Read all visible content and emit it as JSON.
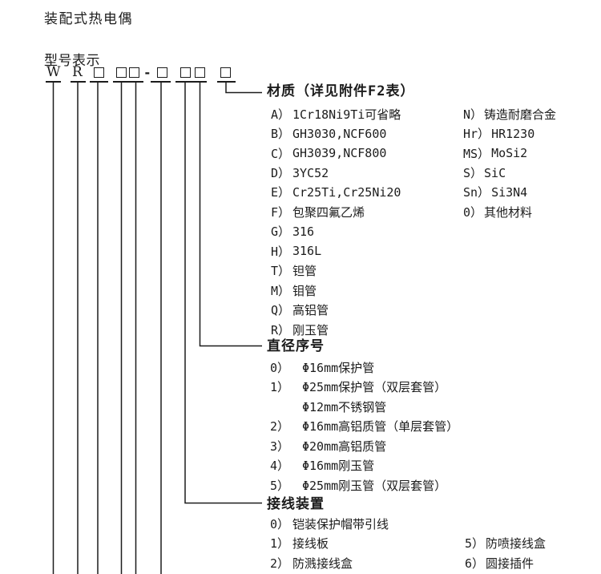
{
  "page": {
    "title": "装配式热电偶",
    "subtitle": "型号表示"
  },
  "colors": {
    "text": "#1c1c1c",
    "line": "#1c1c1c",
    "background": "#ffffff"
  },
  "model_code": {
    "letters": [
      "W",
      "R"
    ],
    "separator": "-",
    "box_symbol": "□",
    "box_count": 7
  },
  "sections": {
    "material": {
      "title": "材质（详见附件F2表）",
      "left_items": [
        {
          "code": "A）",
          "text": "1Cr18Ni9Ti可省略"
        },
        {
          "code": "B）",
          "text": "GH3030,NCF600"
        },
        {
          "code": "C）",
          "text": "GH3039,NCF800"
        },
        {
          "code": "D）",
          "text": "3YC52"
        },
        {
          "code": "E）",
          "text": "Cr25Ti,Cr25Ni20"
        },
        {
          "code": "F）",
          "text": "包聚四氟乙烯"
        },
        {
          "code": "G）",
          "text": "316"
        },
        {
          "code": "H）",
          "text": "316L"
        },
        {
          "code": "T）",
          "text": "钽管"
        },
        {
          "code": "M）",
          "text": "钼管"
        },
        {
          "code": "Q）",
          "text": "高铝管"
        },
        {
          "code": "R）",
          "text": "刚玉管"
        }
      ],
      "right_items": [
        {
          "code": "N）",
          "text": "铸造耐磨合金"
        },
        {
          "code": "Hr）",
          "text": "HR1230"
        },
        {
          "code": "MS）",
          "text": "MoSi2"
        },
        {
          "code": "S）",
          "text": "SiC"
        },
        {
          "code": "Sn）",
          "text": "Si3N4"
        },
        {
          "code": "0）",
          "text": "其他材料"
        }
      ]
    },
    "diameter": {
      "title": "直径序号",
      "items": [
        {
          "code": "0）",
          "text": "Φ16mm保护管"
        },
        {
          "code": "1）",
          "text": "Φ25mm保护管（双层套管）"
        },
        {
          "code": "",
          "text": "Φ12mm不锈钢管"
        },
        {
          "code": "2）",
          "text": "Φ16mm高铝质管（单层套管）"
        },
        {
          "code": "3）",
          "text": "Φ20mm高铝质管"
        },
        {
          "code": "4）",
          "text": "Φ16mm刚玉管"
        },
        {
          "code": "5）",
          "text": "Φ25mm刚玉管（双层套管）"
        }
      ]
    },
    "terminal": {
      "title": "接线装置",
      "left_items": [
        {
          "code": "0）",
          "text": "铠装保护帽带引线"
        },
        {
          "code": "1）",
          "text": "接线板"
        },
        {
          "code": "2）",
          "text": "防溅接线盒"
        }
      ],
      "right_items": [
        {
          "code": "5）",
          "text": "防喷接线盒"
        },
        {
          "code": "6）",
          "text": "圆接插件"
        }
      ]
    }
  }
}
